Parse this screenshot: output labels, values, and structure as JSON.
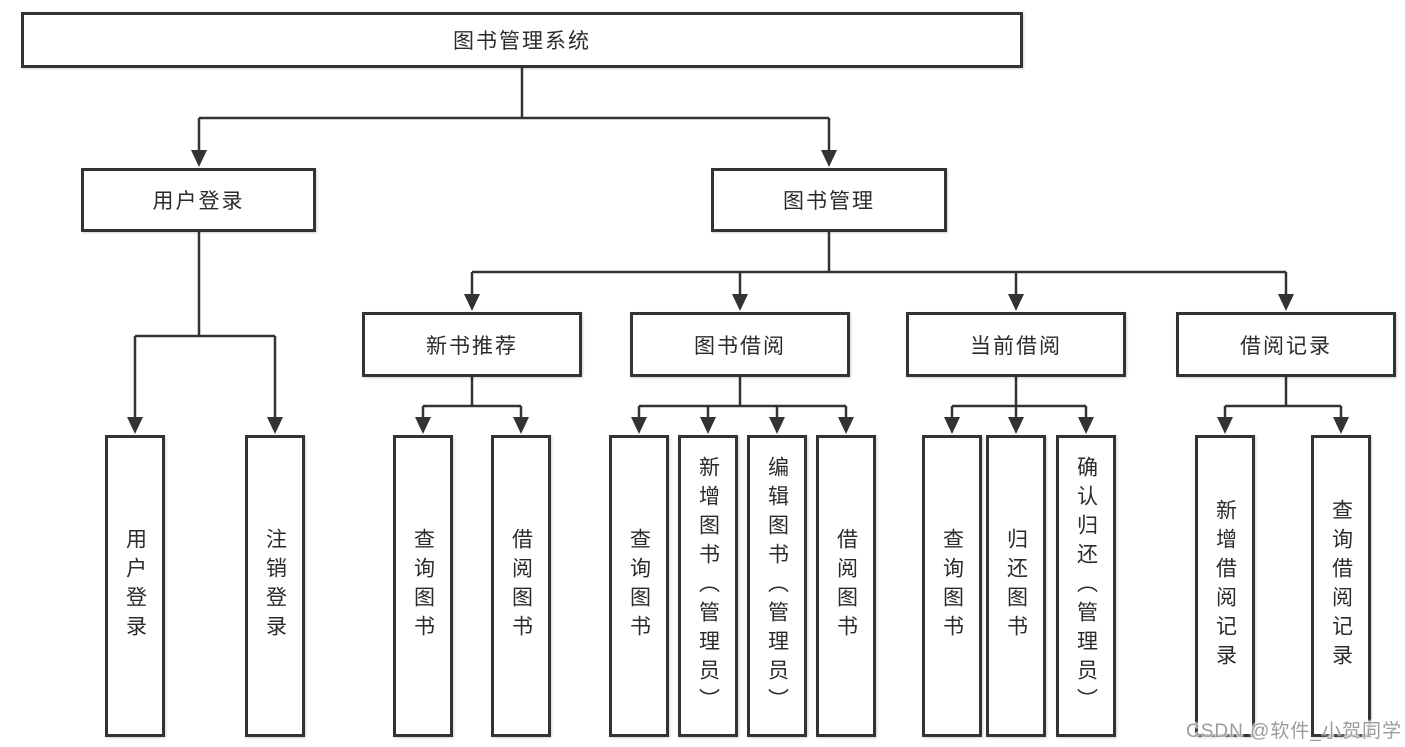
{
  "nodes": {
    "root": "图书管理系统",
    "user_login": "用户登录",
    "book_mgmt": "图书管理",
    "new_books": "新书推荐",
    "book_borrow": "图书借阅",
    "current_borrow": "当前借阅",
    "borrow_records": "借阅记录",
    "leaves": {
      "user_login_children": [
        "用户登录",
        "注销登录"
      ],
      "new_books_children": [
        "查询图书",
        "借阅图书"
      ],
      "book_borrow_children": [
        "查询图书",
        "新增图书（管理员）",
        "编辑图书（管理员）",
        "借阅图书"
      ],
      "current_borrow_children": [
        "查询图书",
        "归还图书",
        "确认归还（管理员）"
      ],
      "borrow_records_children": [
        "新增借阅记录",
        "查询借阅记录"
      ]
    }
  },
  "watermark": "CSDN @软件_小贺同学",
  "colors": {
    "line": "#333333",
    "text": "#2b2b2b",
    "watermark": "#9c9c9c",
    "background": "#ffffff"
  }
}
